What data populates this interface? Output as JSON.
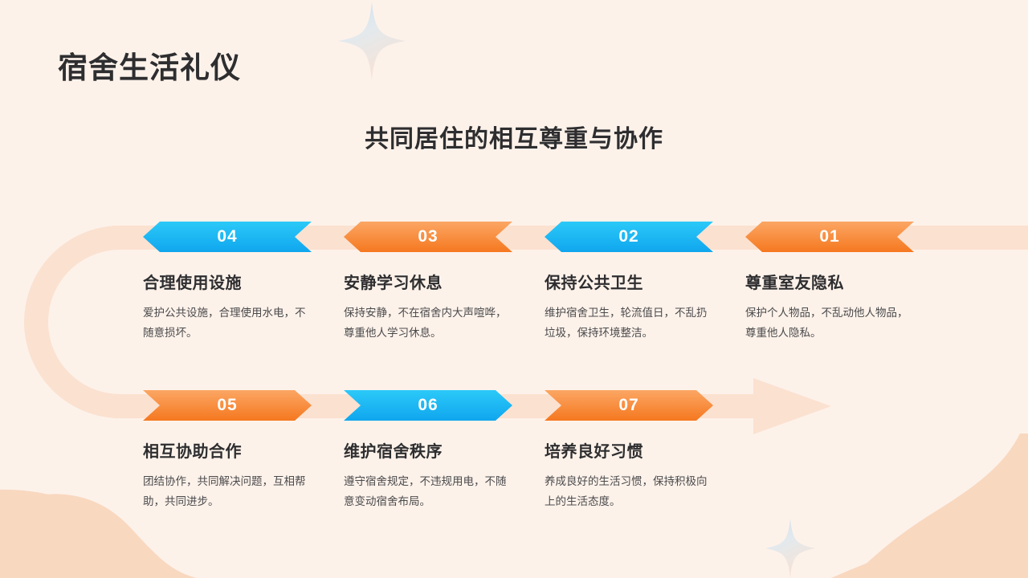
{
  "slide": {
    "title": "宿舍生活礼仪",
    "subtitle": "共同居住的相互尊重与协作",
    "background_color": "#fdf2ea",
    "accent_blue": "#10a6ee",
    "accent_orange": "#f5781f",
    "ribbon_pale": "#fbe1d0",
    "blob_color": "#f9d8c0"
  },
  "rows": [
    {
      "name": "row-1",
      "direction": "left",
      "cards": [
        {
          "number": "04",
          "color": "blue",
          "title": "合理使用设施",
          "desc": "爱护公共设施，合理使用水电，不随意损坏。"
        },
        {
          "number": "03",
          "color": "orange",
          "title": "安静学习休息",
          "desc": "保持安静，不在宿舍内大声喧哗，尊重他人学习休息。"
        },
        {
          "number": "02",
          "color": "blue",
          "title": "保持公共卫生",
          "desc": "维护宿舍卫生，轮流值日，不乱扔垃圾，保持环境整洁。"
        },
        {
          "number": "01",
          "color": "orange",
          "title": "尊重室友隐私",
          "desc": "保护个人物品，不乱动他人物品，尊重他人隐私。"
        }
      ]
    },
    {
      "name": "row-2",
      "direction": "right",
      "cards": [
        {
          "number": "05",
          "color": "orange",
          "title": "相互协助合作",
          "desc": "团结协作，共同解决问题，互相帮助，共同进步。"
        },
        {
          "number": "06",
          "color": "blue",
          "title": "维护宿舍秩序",
          "desc": "遵守宿舍规定，不违规用电，不随意变动宿舍布局。"
        },
        {
          "number": "07",
          "color": "orange",
          "title": "培养良好习惯",
          "desc": "养成良好的生活习惯，保持积极向上的生活态度。"
        }
      ]
    }
  ],
  "decorations": {
    "sparkle_top": "sparkle-star",
    "sparkle_bottom": "sparkle-star",
    "blob_bottom_left": "blob-shape",
    "blob_bottom_right": "blob-shape",
    "connector": "u-turn-ribbon",
    "arrow_end": "arrow-head"
  }
}
